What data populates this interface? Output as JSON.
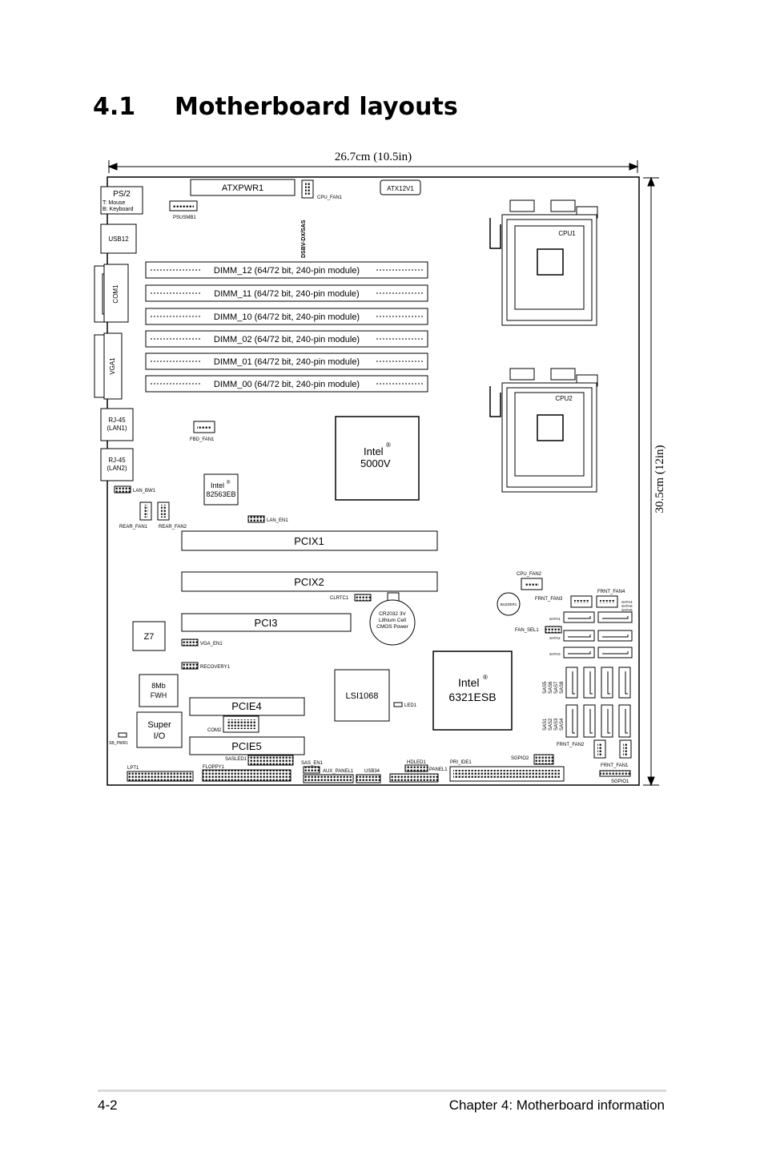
{
  "section": {
    "number": "4.1",
    "title": "Motherboard layouts"
  },
  "dimensions": {
    "width": "26.7cm (10.5in)",
    "height": "30.5cm (12in)"
  },
  "ports": {
    "ps2_title": "PS/2",
    "ps2_mouse": "T: Mouse",
    "ps2_keyboard": "B: Keyboard",
    "usb": "USB12",
    "com": "COM1",
    "vga": "VGA1",
    "lan1_a": "RJ-45",
    "lan1_b": "(LAN1)",
    "lan2_a": "RJ-45",
    "lan2_b": "(LAN2)"
  },
  "power": {
    "atx": "ATXPWR1",
    "atx12v": "ATX12V1",
    "psusmb": "PSUSMB1"
  },
  "headers": {
    "cpu_fan1": "CPU_FAN1",
    "cpu_fan2": "CPU_FAN2",
    "fbd_fan1": "FBD_FAN1",
    "rear_fan1": "REAR_FAN1",
    "rear_fan2": "REAR_FAN2",
    "lan_bw1": "LAN_BW1",
    "lan_en1": "LAN_EN1",
    "clrtc1": "CLRTC1",
    "vga_en1": "VGA_EN1",
    "recovery1": "RECOVERY1",
    "frnt_fan1": "FRNT_FAN1",
    "frnt_fan2": "FRNT_FAN2",
    "frnt_fan3": "FRNT_FAN3",
    "frnt_fan4": "FRNT_FAN4",
    "fan_sel1": "FAN_SEL1",
    "buzzer": "BUZZER1",
    "led1": "LED1",
    "sgpio1": "SGPIO1",
    "sgpio2": "SGPIO2",
    "sb_pwr1": "SB_PWR1",
    "lpt1": "LPT1",
    "floppy1": "FLOPPY1",
    "sasled1": "SASLED1",
    "sas_en1": "SAS_EN1",
    "aux_panel1": "AUX_PANEL1",
    "usb34": "USB34",
    "hdled1": "HDLED1",
    "panel1": "PANEL1",
    "pri_ide1": "PRI_IDE1",
    "com2": "COM2",
    "dsbv": "DSBV-DX/SAS"
  },
  "cpus": [
    "CPU1",
    "CPU2"
  ],
  "dimms": [
    "DIMM_12 (64/72 bit, 240-pin module)",
    "DIMM_11 (64/72 bit, 240-pin module)",
    "DIMM_10 (64/72 bit, 240-pin module)",
    "DIMM_02 (64/72 bit, 240-pin module)",
    "DIMM_01 (64/72 bit, 240-pin module)",
    "DIMM_00 (64/72 bit, 240-pin module)"
  ],
  "chips": {
    "northbridge_brand": "Intel",
    "northbridge_reg": "®",
    "northbridge_model": "5000V",
    "lan_brand": "Intel",
    "lan_reg": "®",
    "lan_model": "82563EB",
    "sb_brand": "Intel",
    "sb_reg": "®",
    "sb_model": "6321ESB",
    "sas": "LSI1068",
    "z7": "Z7",
    "fwh_a": "8Mb",
    "fwh_b": "FWH",
    "superio_a": "Super",
    "superio_b": "I/O"
  },
  "battery": {
    "line1": "CR2032 3V",
    "line2": "Lithium Cell",
    "line3": "CMOS Power"
  },
  "slots": {
    "pcix1": "PCIX1",
    "pcix2": "PCIX2",
    "pci3": "PCI3",
    "pcie4": "PCIE4",
    "pcie5": "PCIE5"
  },
  "sata": [
    "SATA1",
    "SATA2",
    "SATA3",
    "SATA4",
    "SATA5",
    "SATA6"
  ],
  "sas_ports": {
    "top": [
      "SAS5",
      "SAS6",
      "SAS7",
      "SAS8"
    ],
    "bottom": [
      "SAS1",
      "SAS2",
      "SAS3",
      "SAS4"
    ]
  },
  "footer": {
    "page_number": "4-2",
    "chapter": "Chapter 4: Motherboard information"
  }
}
